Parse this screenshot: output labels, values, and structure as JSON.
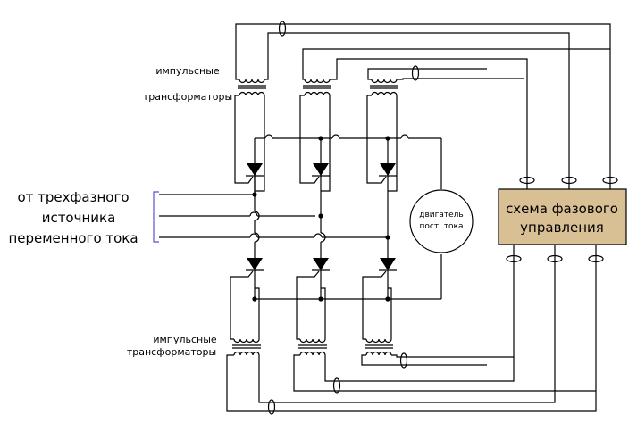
{
  "labels": {
    "transformers_top_1": "импульсные",
    "transformers_top_2": "трансформаторы",
    "transformers_bottom_1": "импульсные",
    "transformers_bottom_2": "трансформаторы",
    "source_1": "от трехфазного",
    "source_2": "источника",
    "source_3": "переменного тока",
    "motor_1": "двигатель",
    "motor_2": "пост. тока",
    "control_1": "схема фазового",
    "control_2": "управления"
  },
  "colors": {
    "wire": "#000000",
    "control_block_fill": "#d9bf94",
    "source_bracket": "#5555cc"
  }
}
